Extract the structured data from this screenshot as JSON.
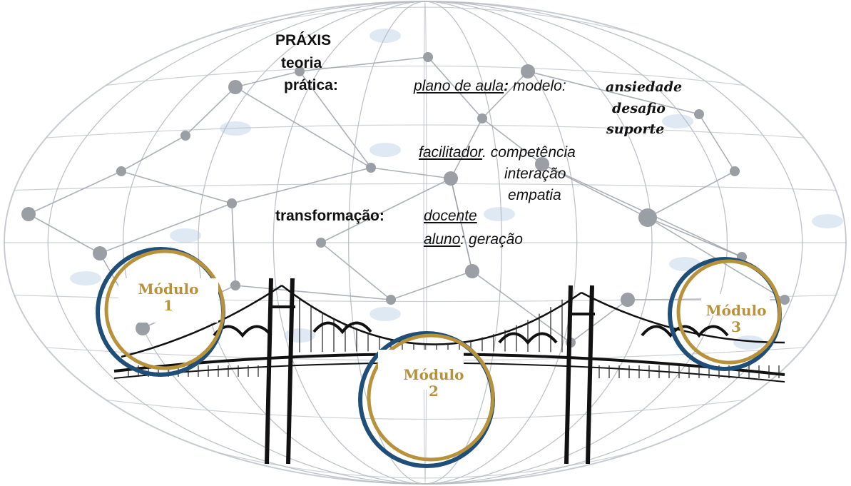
{
  "title": "PRÁXIS",
  "items": {
    "teoria": "teoria",
    "pratica": "prática:",
    "transformacao": "transformação:"
  },
  "pratica": {
    "plano": "plano de aula",
    "plano_sep": ":",
    "modelo": " modelo:",
    "modelo_items": [
      "ansiedade",
      "desafio",
      "suporte"
    ],
    "facilitador": "facilitador",
    "facilitador_sep": ". competência",
    "facilitador_items": [
      "interação",
      "empatia"
    ]
  },
  "transformacao": {
    "docente": "docente",
    "aluno": "aluno",
    "aluno_rest": ": geração"
  },
  "modules": [
    {
      "label": "Módulo",
      "number": "1"
    },
    {
      "label": "Módulo",
      "number": "2"
    },
    {
      "label": "Módulo",
      "number": "3"
    }
  ],
  "colors": {
    "gold": "#b8923a",
    "navy": "#1f4e79",
    "network": "#8e9299",
    "node": "#9a9ea5",
    "glow": "#d7e3f0"
  }
}
